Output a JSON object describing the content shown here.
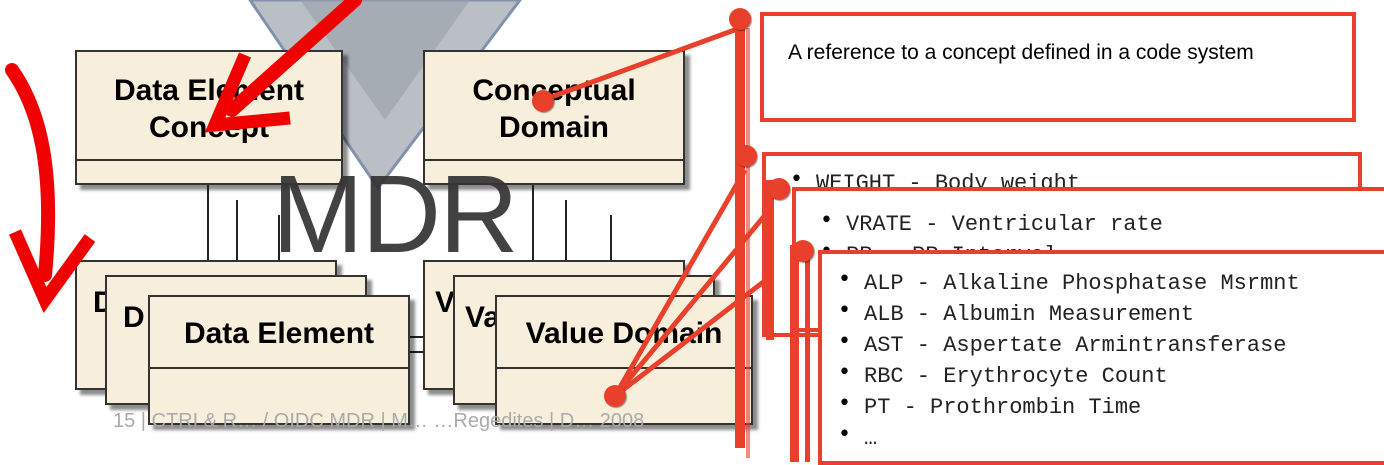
{
  "diagram": {
    "watermark": "MDR",
    "boxes": {
      "dec_line1": "Data Element",
      "dec_line2": "Concept",
      "cd_line1": "Conceptual",
      "cd_line2": "Domain",
      "de_back1": "D",
      "de_back2": "D",
      "de_front": "Data Element",
      "vd_back1": "V",
      "vd_back2": "Va",
      "vd_front": "Value Domain"
    },
    "footer": "15 | CTRI & R… / OIDC MDR | M… …Regedites | D… 2008",
    "callouts": {
      "reference_text": "A reference to a concept defined in a code system",
      "list1": [
        "WEIGHT - Body weight"
      ],
      "list2": [
        "VRATE - Ventricular rate",
        "PR    - PR Interval"
      ],
      "list3": [
        "ALP - Alkaline Phosphatase Msrmnt",
        "ALB - Albumin Measurement",
        "AST - Aspertate Armintransferase",
        "RBC - Erythrocyte Count",
        "PT - Prothrombin Time",
        "…"
      ]
    },
    "colors": {
      "accent": "#e8402a",
      "box_fill": "#f7eedc",
      "arrow_red": "#f00000"
    }
  }
}
